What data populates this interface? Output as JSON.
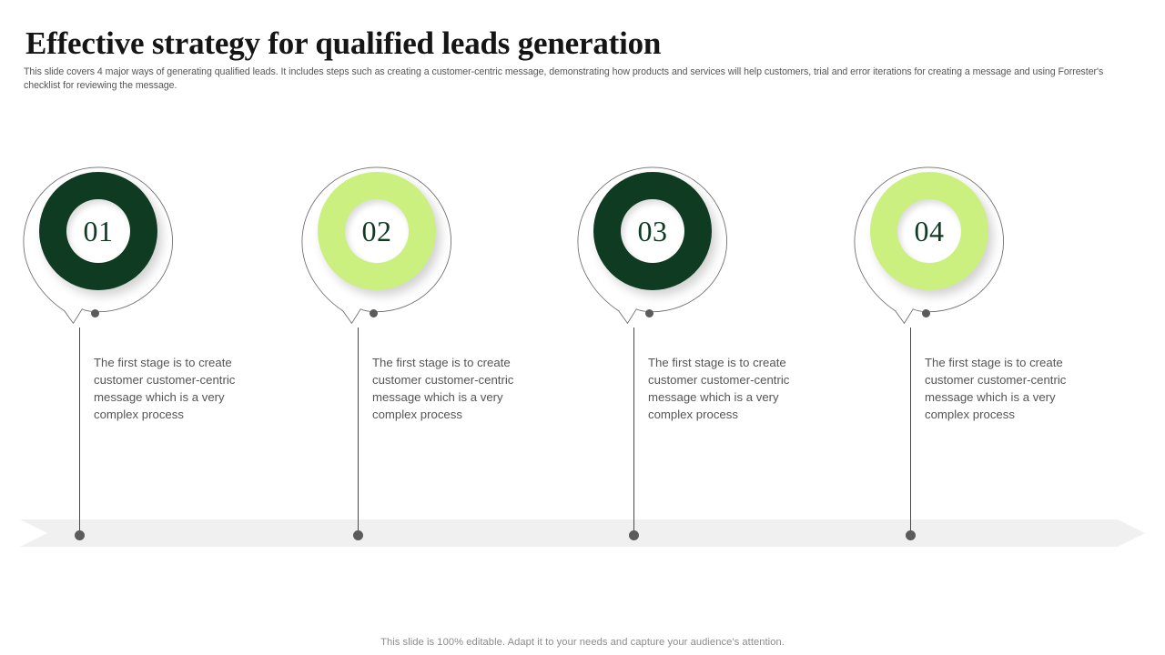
{
  "header": {
    "title": "Effective strategy for qualified leads generation",
    "subtitle": "This slide covers 4 major ways of generating qualified leads. It includes steps such as creating a customer-centric message, demonstrating how products and services will help customers, trial and error iterations for creating a message and using Forrester's checklist for reviewing the message."
  },
  "colors": {
    "dark_green": "#0E3B22",
    "light_green": "#CBF080",
    "banner_gray": "#F0F0F0",
    "dot_gray": "#5B5B5B",
    "text_gray": "#555555",
    "title_black": "#151515",
    "footer_gray": "#8C8C8C"
  },
  "steps": [
    {
      "number": "01",
      "ring_color": "#0E3B22",
      "number_color": "#0E3B22",
      "description": "The first stage is to create customer customer-centric message which is a very complex process"
    },
    {
      "number": "02",
      "ring_color": "#CBF080",
      "number_color": "#0E3B22",
      "description": "The first stage is to create customer customer-centric message which is a very complex process"
    },
    {
      "number": "03",
      "ring_color": "#0E3B22",
      "number_color": "#0E3B22",
      "description": "The first stage is to create customer customer-centric message which is a very complex process"
    },
    {
      "number": "04",
      "ring_color": "#CBF080",
      "number_color": "#0E3B22",
      "description": "The first stage is to create customer customer-centric message which is a very complex process"
    }
  ],
  "footer": {
    "note": "This slide is 100% editable. Adapt it to your needs and capture your audience's attention."
  }
}
